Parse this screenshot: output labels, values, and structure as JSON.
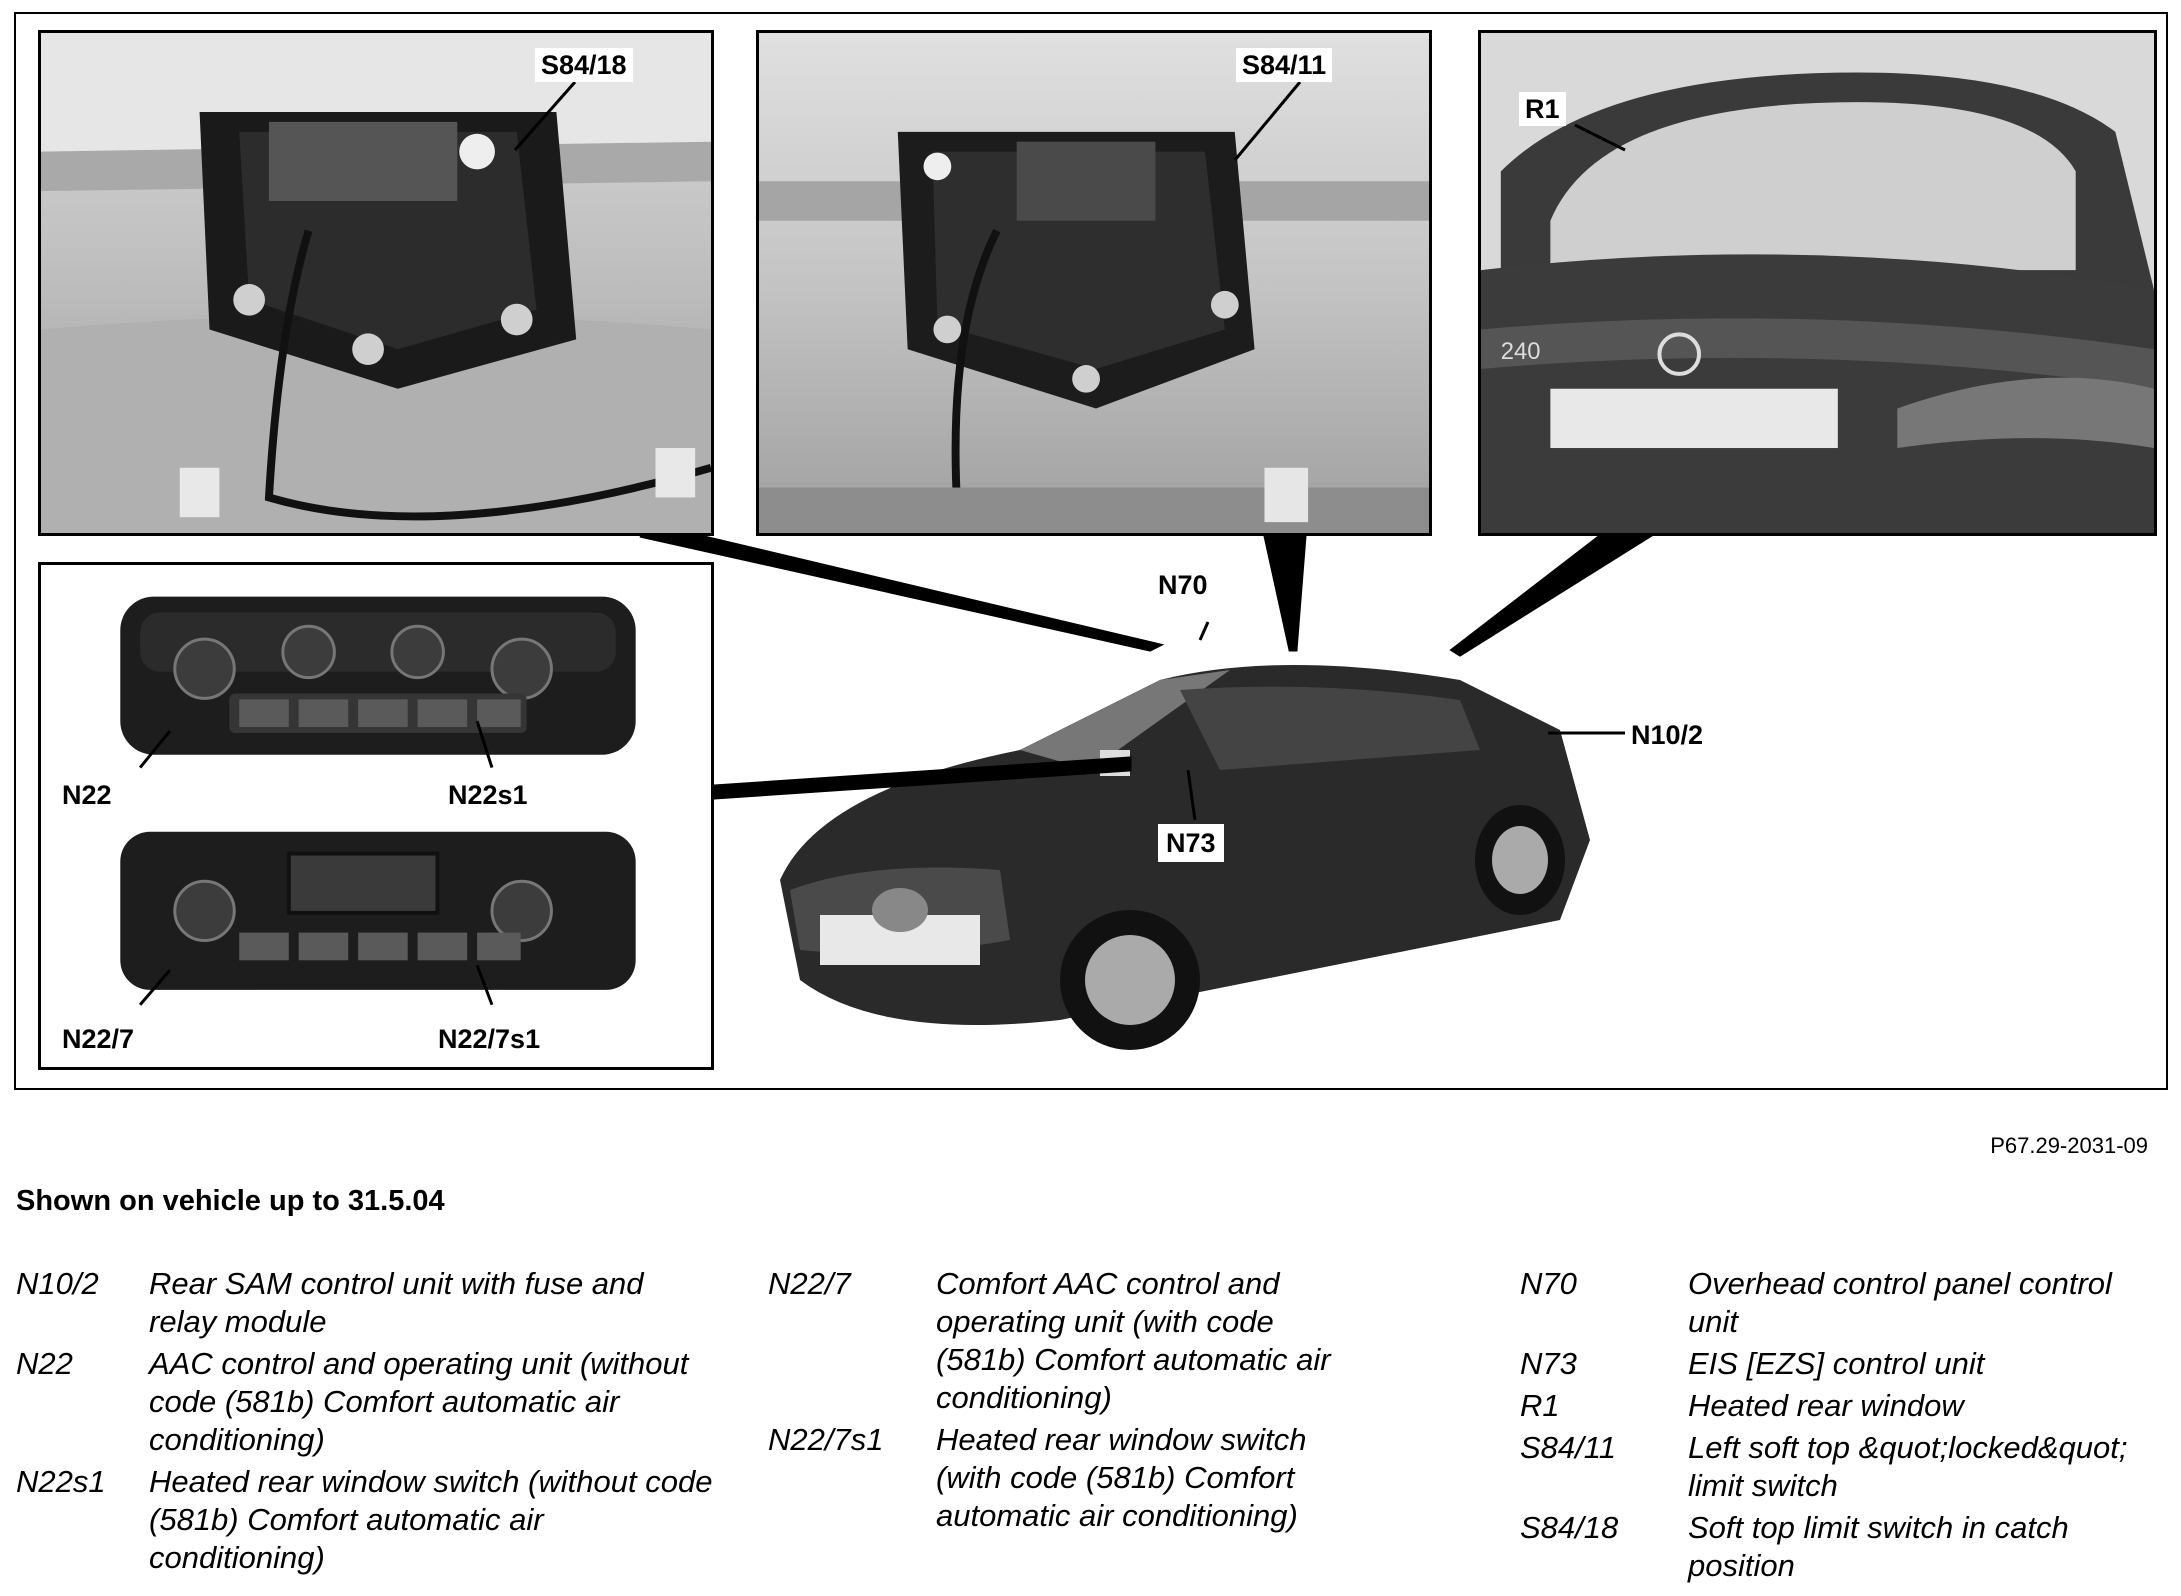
{
  "figure": {
    "id_label": "P67.29-2031-09",
    "heading": "Shown on vehicle up to 31.5.04"
  },
  "callouts": {
    "s84_18": "S84/18",
    "s84_11": "S84/11",
    "r1": "R1",
    "n70": "N70",
    "n10_2": "N10/2",
    "n73": "N73",
    "n22": "N22",
    "n22s1": "N22s1",
    "n22_7": "N22/7",
    "n22_7s1": "N22/7s1"
  },
  "legend": {
    "col1": [
      {
        "code": "N10/2",
        "desc": "Rear SAM control unit with fuse and relay module"
      },
      {
        "code": "N22",
        "desc": "AAC control and operating unit (without code (581b) Comfort automatic air conditioning)"
      },
      {
        "code": "N22s1",
        "desc": "Heated rear window switch (without code (581b) Comfort automatic air conditioning)"
      }
    ],
    "col2": [
      {
        "code": "N22/7",
        "desc": "Comfort AAC control and operating unit (with code (581b) Comfort automatic air conditioning)"
      },
      {
        "code": "N22/7s1",
        "desc": "Heated rear window switch (with code (581b) Comfort automatic air conditioning)"
      }
    ],
    "col3": [
      {
        "code": "N70",
        "desc": "Overhead control panel control unit"
      },
      {
        "code": "N73",
        "desc": "EIS [EZS] control unit"
      },
      {
        "code": "R1",
        "desc": "Heated rear window"
      },
      {
        "code": "S84/11",
        "desc": "Left soft top &quot;locked&quot; limit switch"
      },
      {
        "code": "S84/18",
        "desc": "Soft top limit switch in catch position"
      }
    ]
  }
}
